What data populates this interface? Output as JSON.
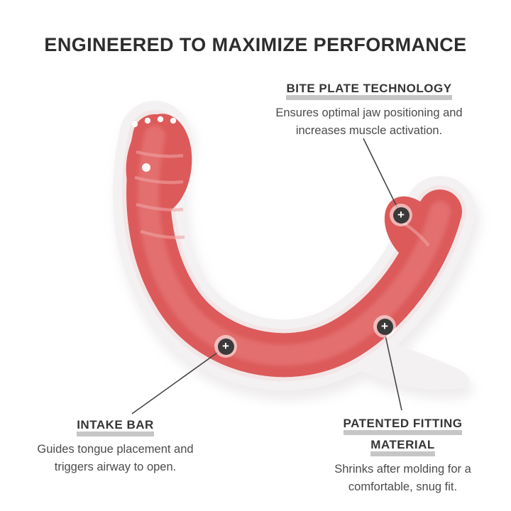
{
  "title": "ENGINEERED TO MAXIMIZE PERFORMANCE",
  "icons": {
    "plus": "+"
  },
  "colors": {
    "accent_red": "#dc5a5a",
    "shell_white": "#f4f1f2",
    "marker_dark": "#3a3a3a",
    "heading_underline": "#c6c6c6",
    "text_dark": "#2d2d2d",
    "text_body": "#4b4b4b"
  },
  "callouts": [
    {
      "id": "bite-plate-technology",
      "title_lines": [
        "BITE PLATE TECHNOLOGY"
      ],
      "description_lines": [
        "Ensures optimal jaw positioning and",
        "increases muscle activation."
      ]
    },
    {
      "id": "intake-bar",
      "title_lines": [
        "INTAKE BAR"
      ],
      "description_lines": [
        "Guides tongue placement and",
        "triggers airway to open."
      ]
    },
    {
      "id": "patented-fitting-material",
      "title_lines": [
        "PATENTED FITTING",
        "MATERIAL"
      ],
      "description_lines": [
        "Shrinks after molding for a",
        "comfortable, snug fit."
      ]
    }
  ]
}
